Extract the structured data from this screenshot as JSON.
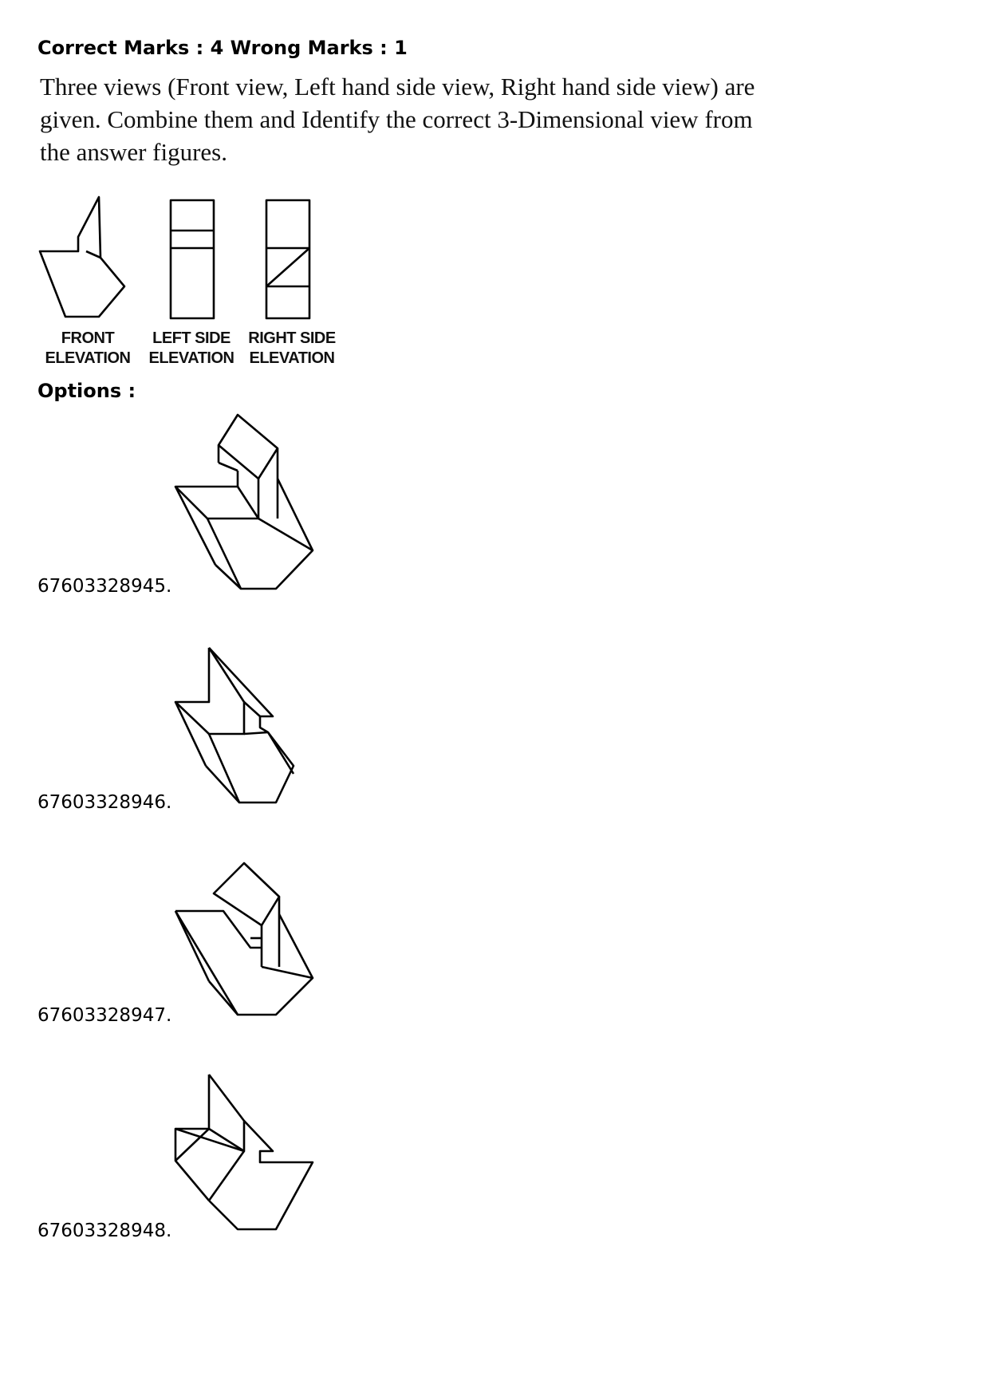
{
  "header": {
    "marks_text": "Correct Marks : 4 Wrong Marks : 1"
  },
  "question": {
    "text": "Three views (Front view, Left hand side view, Right hand side view) are given. Combine them and Identify the correct 3-Dimensional view  from the answer figures."
  },
  "views": {
    "front_line1": "FRONT",
    "front_line2": "ELEVATION",
    "left_line1": "LEFT SIDE",
    "left_line2": "ELEVATION",
    "right_line1": "RIGHT SIDE",
    "right_line2": "ELEVATION"
  },
  "options_title": "Options :",
  "options": [
    {
      "id": "67603328945."
    },
    {
      "id": "67603328946."
    },
    {
      "id": "67603328947."
    },
    {
      "id": "67603328948."
    }
  ]
}
